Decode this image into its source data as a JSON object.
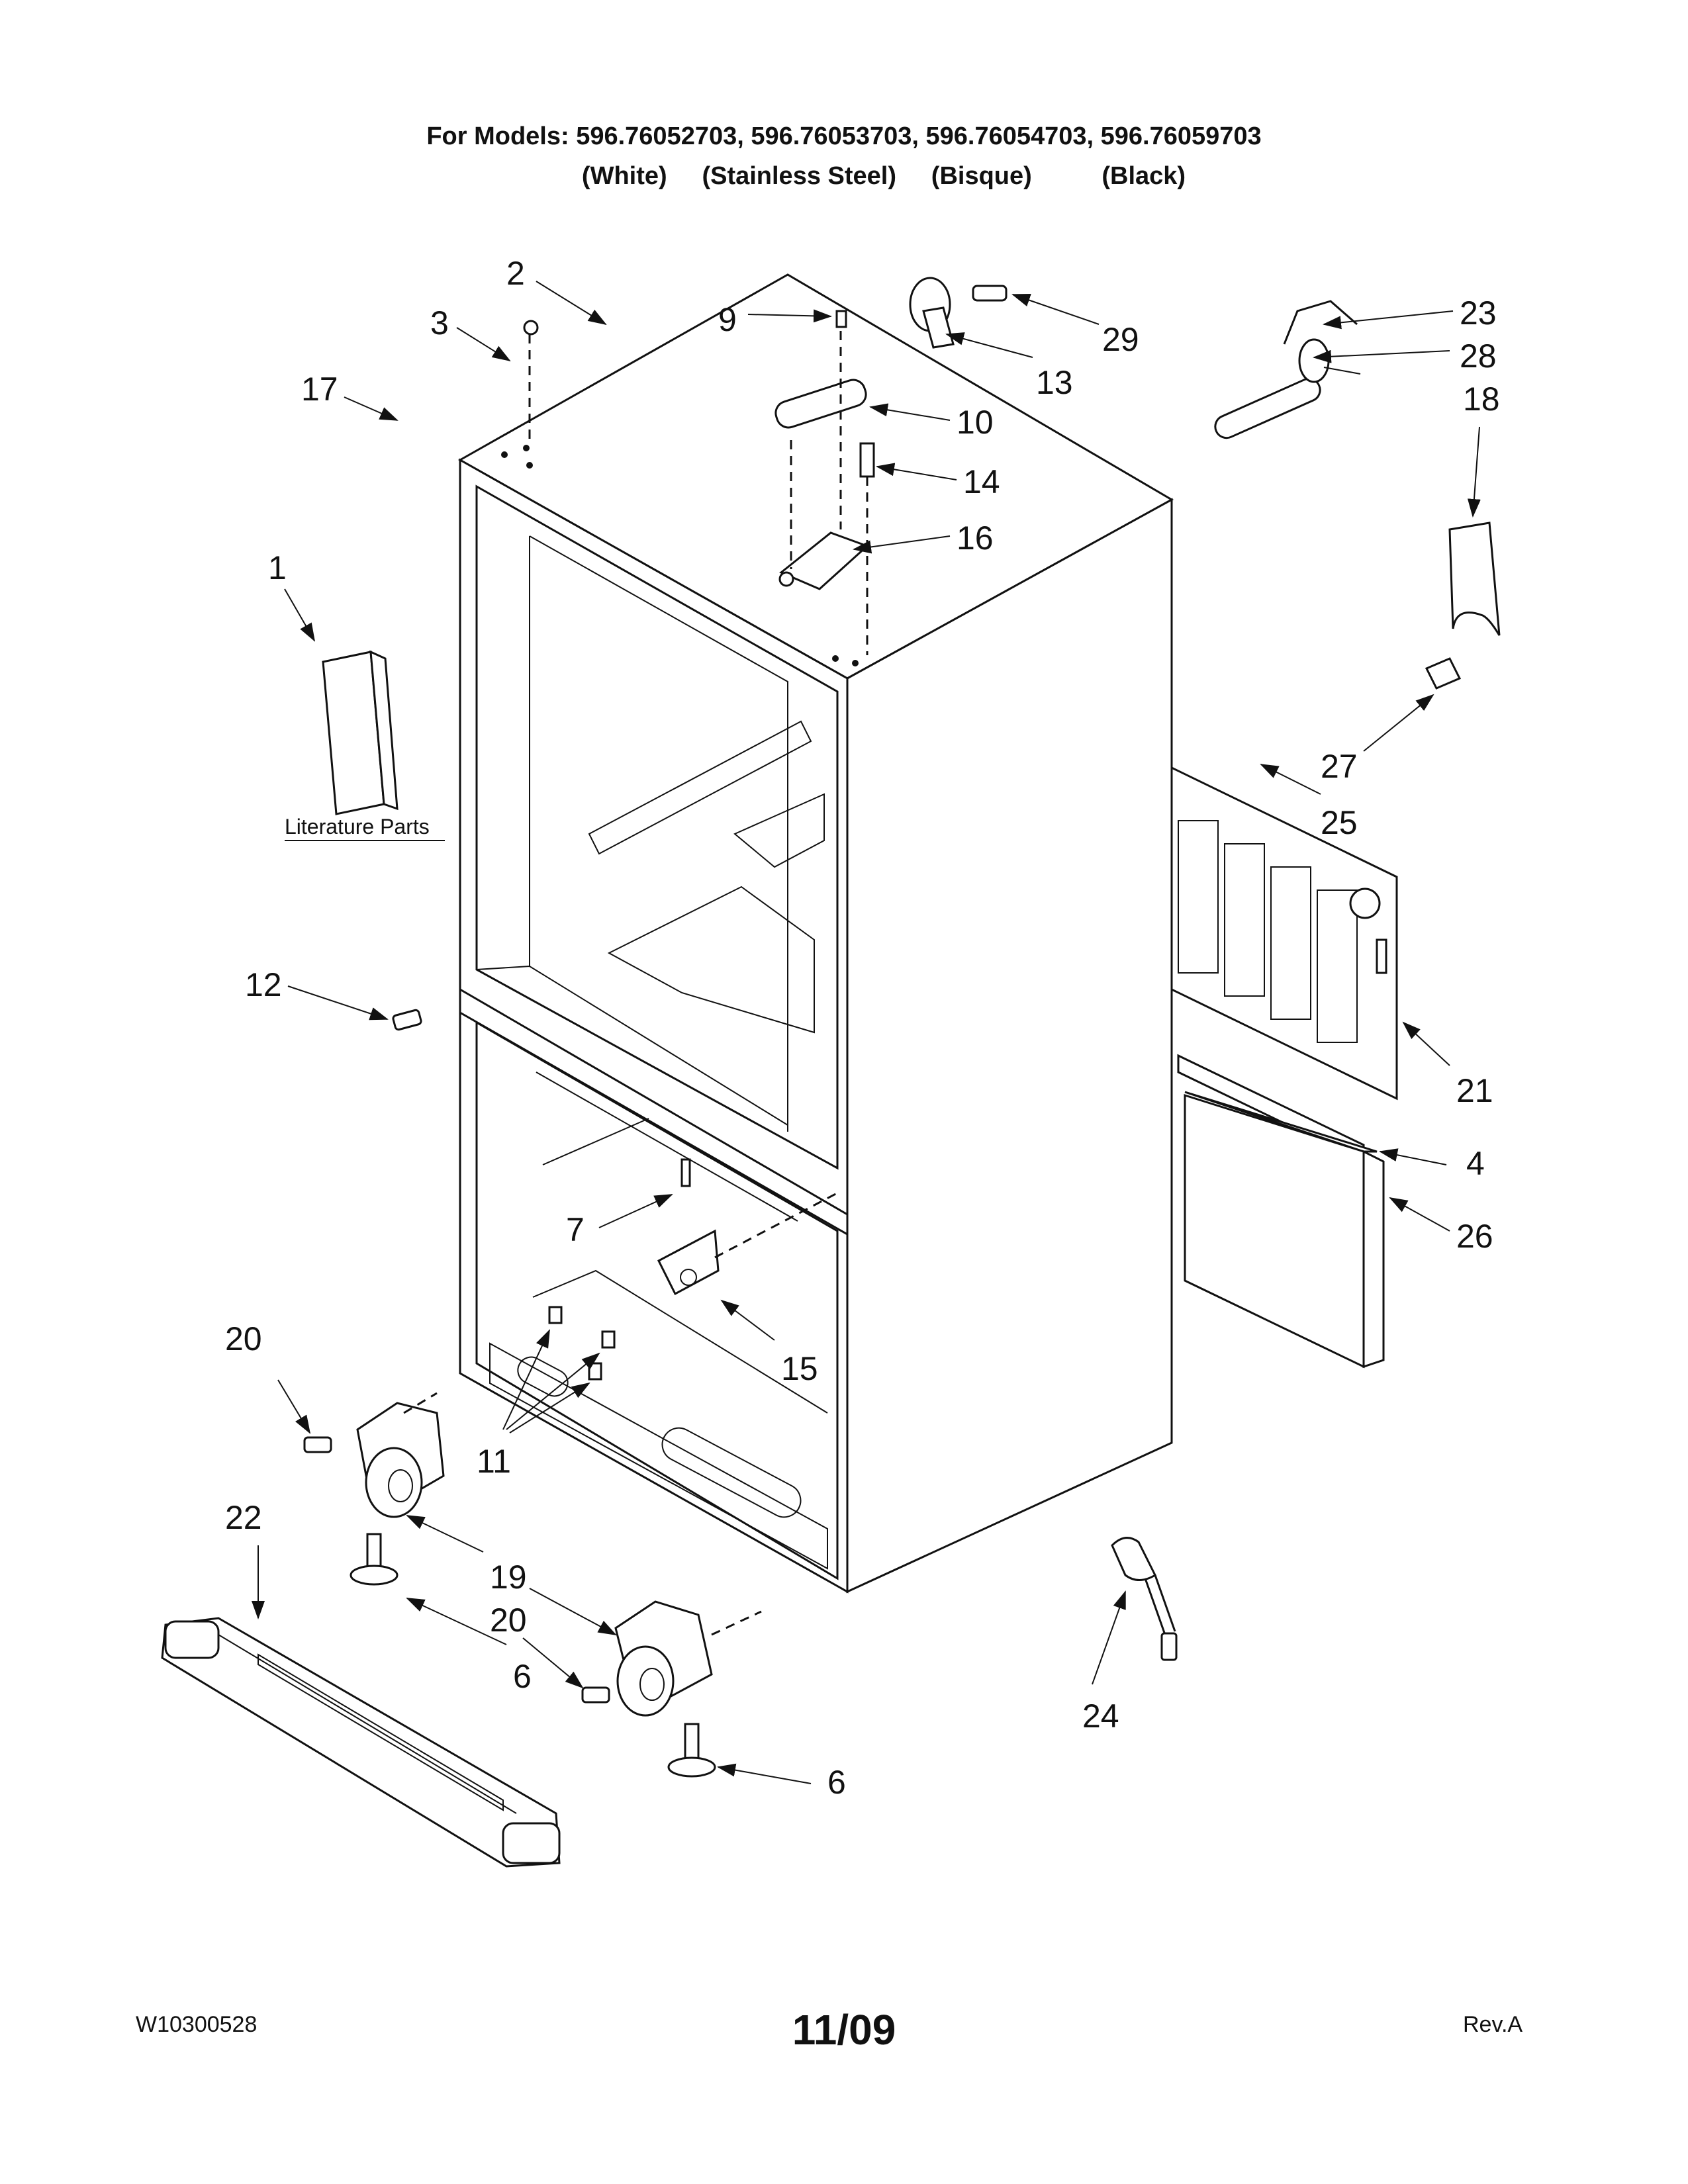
{
  "header": {
    "models_line": "For Models: 596.76052703, 596.76053703, 596.76054703, 596.76059703",
    "colors_line": "(White)     (Stainless Steel)     (Bisque)          (Black)"
  },
  "literature_label": "Literature Parts",
  "callouts": {
    "c1": "1",
    "c2": "2",
    "c3": "3",
    "c4": "4",
    "c6a": "6",
    "c6b": "6",
    "c7": "7",
    "c9": "9",
    "c10": "10",
    "c11": "11",
    "c12": "12",
    "c13": "13",
    "c14": "14",
    "c15": "15",
    "c16": "16",
    "c17": "17",
    "c18": "18",
    "c19": "19",
    "c20a": "20",
    "c20b": "20",
    "c21": "21",
    "c22": "22",
    "c23": "23",
    "c24": "24",
    "c25": "25",
    "c26": "26",
    "c27": "27",
    "c28": "28",
    "c29": "29"
  },
  "footer": {
    "doc_number": "W10300528",
    "date": "11/09",
    "revision": "Rev.A"
  }
}
